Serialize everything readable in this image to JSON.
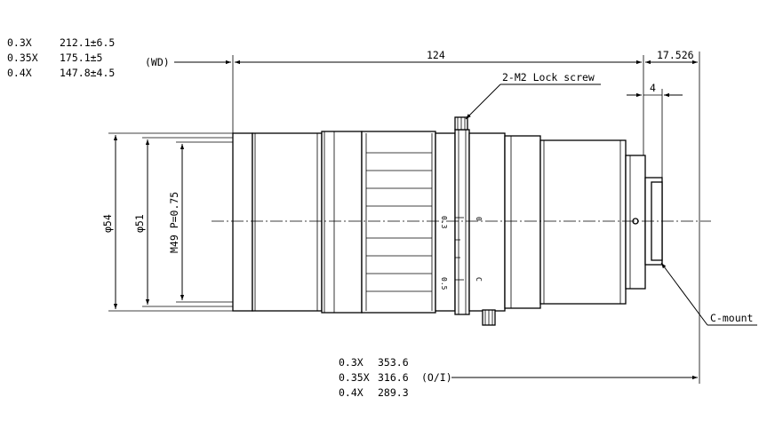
{
  "wd_table": {
    "rows": [
      {
        "mag": "0.3X",
        "value": "212.1±6.5"
      },
      {
        "mag": "0.35X",
        "value": "175.1±5"
      },
      {
        "mag": "0.4X",
        "value": "147.8±4.5"
      }
    ],
    "label": "(WD)"
  },
  "oi_table": {
    "rows": [
      {
        "mag": "0.3X",
        "value": "353.6"
      },
      {
        "mag": "0.35X",
        "value": "316.6"
      },
      {
        "mag": "0.4X",
        "value": "289.3"
      }
    ],
    "label": "(O/I)"
  },
  "dimensions": {
    "length": "124",
    "flange": "17.526",
    "mount_depth": "4",
    "dia_outer": "φ54",
    "dia_inner": "φ51",
    "thread": "M49 P=0.75"
  },
  "callouts": {
    "lock_screw": "2-M2 Lock screw",
    "mount": "C-mount"
  },
  "scale_marks": {
    "m03": "0.3",
    "m05": "0.5",
    "zero": "0",
    "c": "C"
  }
}
